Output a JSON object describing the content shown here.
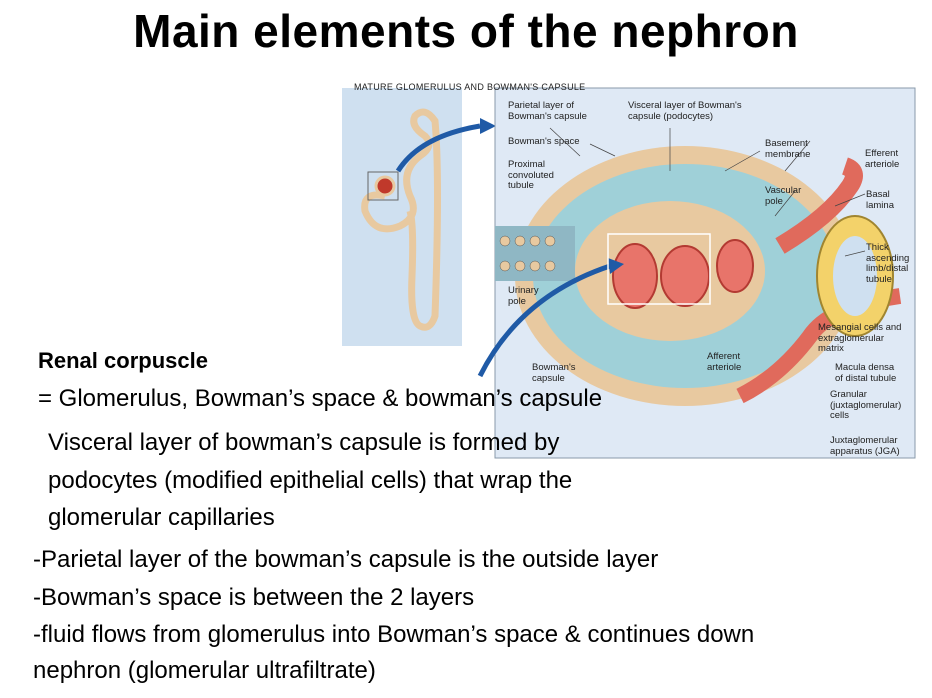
{
  "title": "Main elements of the nephron",
  "figure": {
    "title": "MATURE GLOMERULUS AND BOWMAN'S CAPSULE",
    "labels": {
      "parietal": "Parietal layer of\nBowman's capsule",
      "visceral": "Visceral layer of Bowman's\ncapsule (podocytes)",
      "bowmans_space": "Bowman's space",
      "basement": "Basement\nmembrane",
      "efferent": "Efferent\narteriole",
      "proximal": "Proximal\nconvoluted\ntubule",
      "vascular_pole": "Vascular\npole",
      "basal_lamina": "Basal\nlamina",
      "thick_ascending": "Thick\nascending\nlimb/distal\ntubule",
      "urinary_pole": "Urinary\npole",
      "mesangial": "Mesangial cells and\nextraglomerular\nmatrix",
      "macula": "Macula densa\nof distal tubule",
      "afferent": "Afferent\narteriole",
      "bowmans_capsule": "Bowman's\ncapsule",
      "granular": "Granular\n(juxtaglomerular)\ncells",
      "jga": "Juxtaglomerular\napparatus (JGA)"
    }
  },
  "text": {
    "heading": "Renal corpuscle",
    "line1": "= Glomerulus, Bowman’s space & bowman’s capsule",
    "para1_line1": "Visceral layer of bowman’s capsule is formed by",
    "para1_line2": "podocytes (modified epithelial cells) that wrap the",
    "para1_line3": "glomerular capillaries",
    "bullet1": "-Parietal layer of the bowman’s capsule is the outside layer",
    "bullet2": "-Bowman’s space is between the 2 layers",
    "bullet3": "-fluid flows from glomerulus into Bowman’s space & continues down",
    "bullet3_cont": "nephron (glomerular ultrafiltrate)"
  }
}
